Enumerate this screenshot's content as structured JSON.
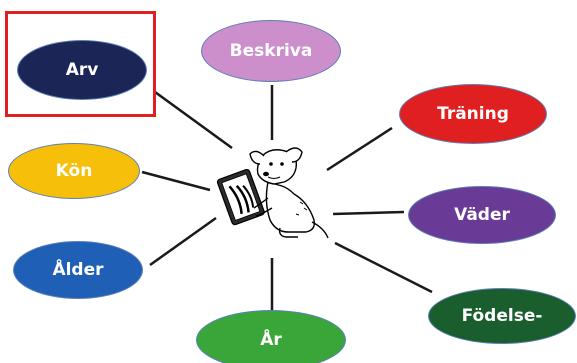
{
  "nodes": [
    {
      "id": "arv",
      "label": "Arv",
      "color": "#1b2657",
      "text_color": "#ffffff",
      "highlighted": true
    },
    {
      "id": "beskriva",
      "label": "Beskriva",
      "color": "#cc8fcc",
      "text_color": "#ffffff",
      "highlighted": false
    },
    {
      "id": "traning",
      "label": "Träning",
      "color": "#e02020",
      "text_color": "#ffffff",
      "highlighted": false
    },
    {
      "id": "kon",
      "label": "Kön",
      "color": "#f5bf0a",
      "text_color": "#ffffff",
      "highlighted": false
    },
    {
      "id": "vader",
      "label": "Väder",
      "color": "#6a3a97",
      "text_color": "#ffffff",
      "highlighted": false
    },
    {
      "id": "alder",
      "label": "Ålder",
      "color": "#1f5fb5",
      "text_color": "#ffffff",
      "highlighted": false
    },
    {
      "id": "fodelse",
      "label": "Födelse-",
      "color": "#1b5e2e",
      "text_color": "#ffffff",
      "highlighted": false
    },
    {
      "id": "ar",
      "label": "År",
      "color": "#3aa63a",
      "text_color": "#ffffff",
      "highlighted": false
    }
  ],
  "highlight_color": "#e02020",
  "center_icon": "dog-reading-book-icon"
}
